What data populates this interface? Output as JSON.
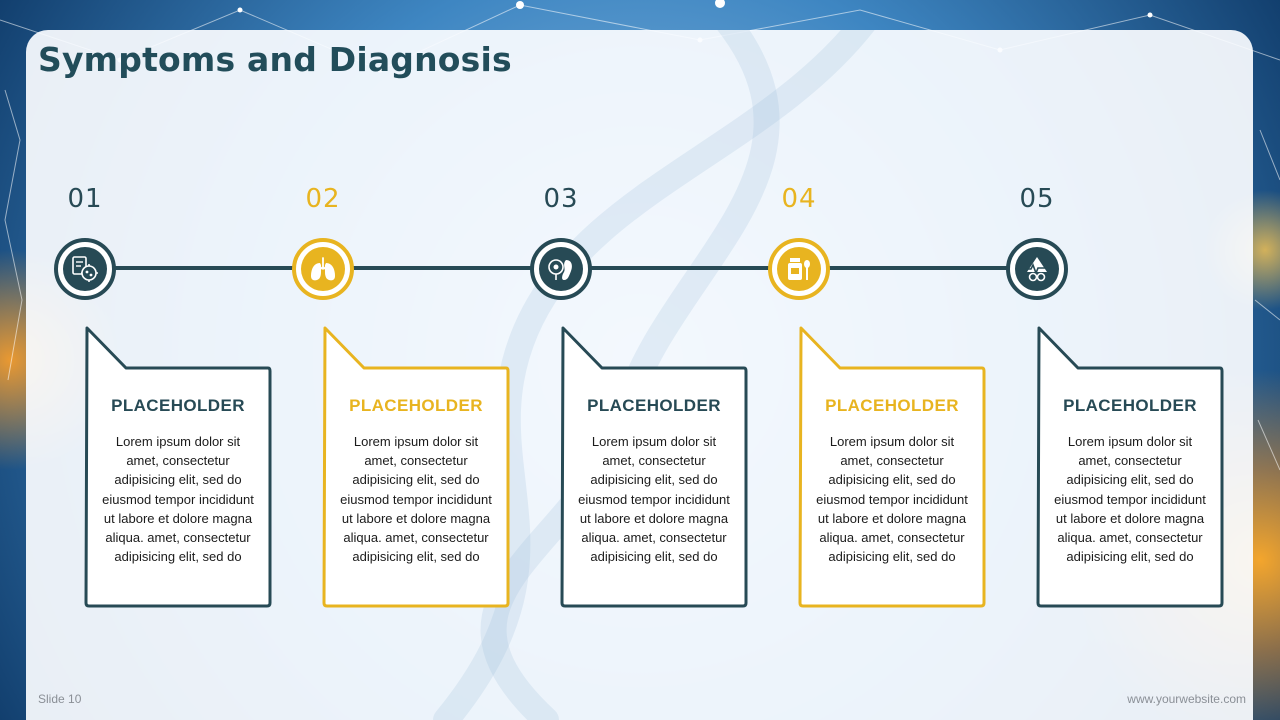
{
  "title": "Symptoms and Diagnosis",
  "colors": {
    "dark": "#274a55",
    "gold": "#e8b420"
  },
  "steps": [
    {
      "number": "01",
      "color": "dark",
      "icon": "bacteria-document-icon",
      "card_title": "PLACEHOLDER",
      "card_text": "Lorem ipsum dolor sit amet, consectetur adipisicing elit, sed do eiusmod tempor incididunt ut labore et dolore magna aliqua. amet, consectetur adipisicing elit, sed do"
    },
    {
      "number": "02",
      "color": "gold",
      "icon": "lungs-icon",
      "card_title": "PLACEHOLDER",
      "card_text": "Lorem ipsum dolor sit amet, consectetur adipisicing elit, sed do eiusmod tempor incididunt ut labore et dolore magna aliqua. amet, consectetur adipisicing elit, sed do"
    },
    {
      "number": "03",
      "color": "dark",
      "icon": "fever-stomach-icon",
      "card_title": "PLACEHOLDER",
      "card_text": "Lorem ipsum dolor sit amet, consectetur adipisicing elit, sed do eiusmod tempor incididunt ut labore et dolore magna aliqua. amet, consectetur adipisicing elit, sed do"
    },
    {
      "number": "04",
      "color": "gold",
      "icon": "medicine-bottle-icon",
      "card_title": "PLACEHOLDER",
      "card_text": "Lorem ipsum dolor sit amet, consectetur adipisicing elit, sed do eiusmod tempor incididunt ut labore et dolore magna aliqua. amet, consectetur adipisicing elit, sed do"
    },
    {
      "number": "05",
      "color": "dark",
      "icon": "blood-heartbeat-icon",
      "card_title": "PLACEHOLDER",
      "card_text": "Lorem ipsum dolor sit amet, consectetur adipisicing elit, sed do eiusmod tempor incididunt ut labore et dolore magna aliqua. amet, consectetur adipisicing elit, sed do"
    }
  ],
  "footer": {
    "slide": "Slide 10",
    "website": "www.yourwebsite.com"
  }
}
